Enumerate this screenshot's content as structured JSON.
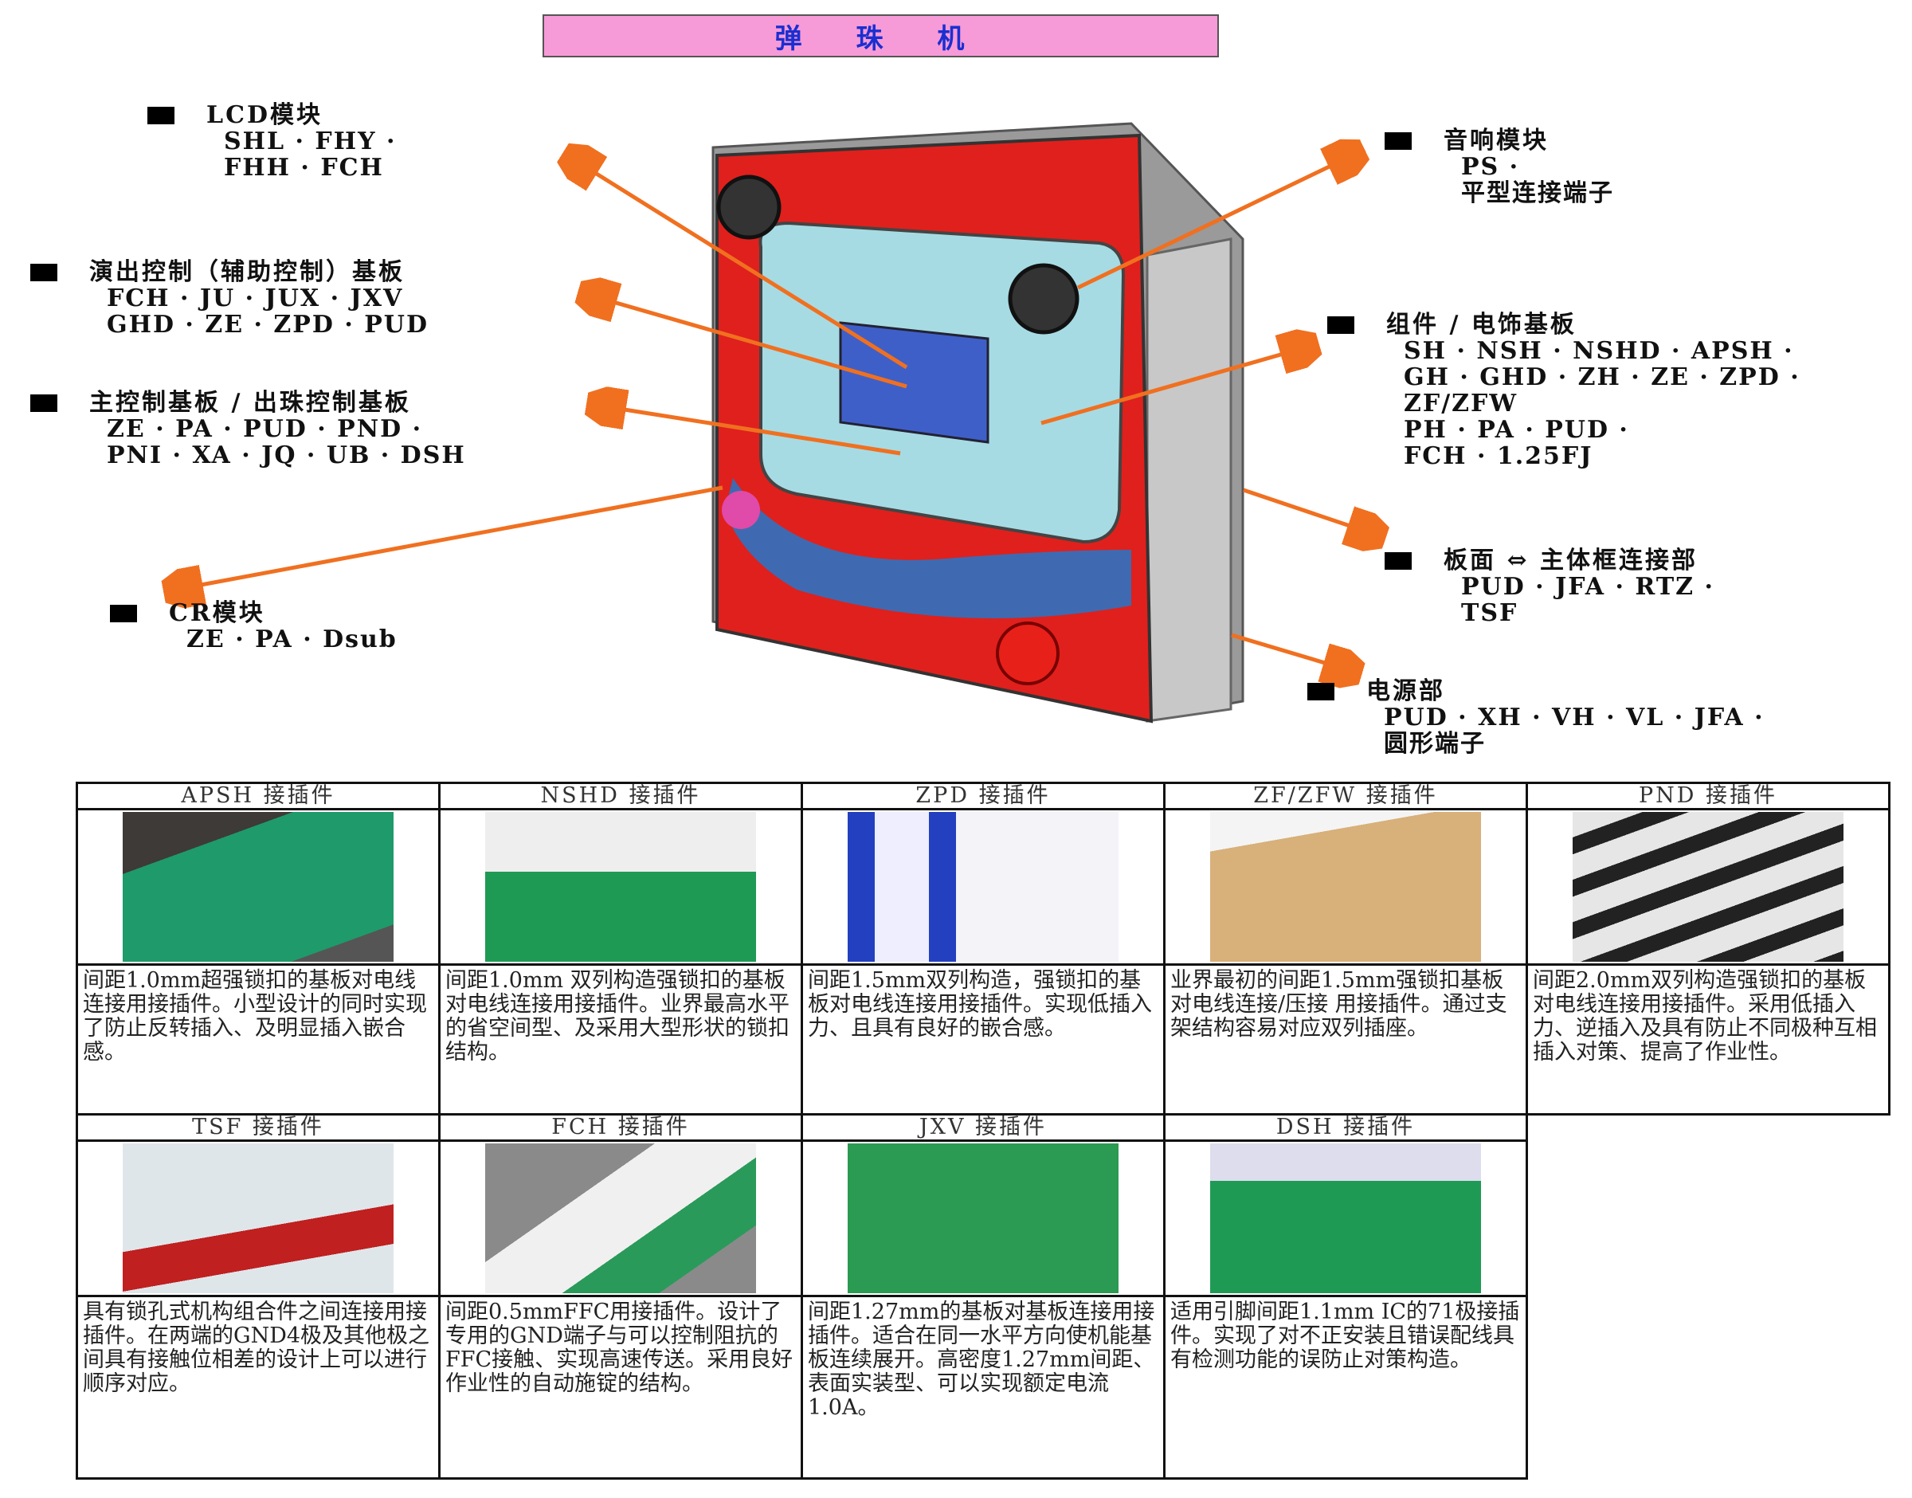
{
  "title": "弹 珠 机",
  "labels": [
    {
      "id": "lcd",
      "heading": "LCD模块",
      "lines": [
        "SHL · FHY ·",
        "FHH · FCH"
      ]
    },
    {
      "id": "effect",
      "heading": "演出控制（辅助控制）基板",
      "lines": [
        "FCH · JU · JUX · JXV",
        "GHD · ZE · ZPD · PUD"
      ]
    },
    {
      "id": "main",
      "heading": "主控制基板 / 出珠控制基板",
      "lines": [
        "ZE · PA · PUD · PND ·",
        "PNI · XA · JQ · UB · DSH"
      ]
    },
    {
      "id": "cr",
      "heading": "CR模块",
      "lines": [
        "ZE · PA · Dsub"
      ]
    },
    {
      "id": "sound",
      "heading": "音响模块",
      "lines": [
        "PS ·",
        "平型连接端子"
      ]
    },
    {
      "id": "assembly",
      "heading": "组件 / 电饰基板",
      "lines": [
        "SH · NSH · NSHD · APSH ·",
        "GH · GHD · ZH · ZE · ZPD ·",
        "ZF/ZFW",
        "PH · PA · PUD ·",
        "FCH · 1.25FJ"
      ]
    },
    {
      "id": "panel",
      "heading": "板面 ⇔ 主体框连接部",
      "lines": [
        "PUD · JFA · RTZ ·",
        "TSF"
      ]
    },
    {
      "id": "power",
      "heading": "电源部",
      "lines": [
        "PUD · XH · VH · VL · JFA ·",
        "圆形端子"
      ]
    }
  ],
  "connectors": [
    {
      "name": "APSH 接插件",
      "desc": "间距1.0mm超强锁扣的基板对电线连接用接插件。小型设计的同时实现了防止反转插入、及明显插入嵌合感。"
    },
    {
      "name": "NSHD 接插件",
      "desc": "间距1.0mm 双列构造强锁扣的基板对电线连接用接插件。业界最高水平的省空间型、及采用大型形状的锁扣结构。"
    },
    {
      "name": "ZPD 接插件",
      "desc": "间距1.5mm双列构造，强锁扣的基板对电线连接用接插件。实现低插入力、且具有良好的嵌合感。"
    },
    {
      "name": "ZF/ZFW 接插件",
      "desc": "业界最初的间距1.5mm强锁扣基板对电线连接/压接 用接插件。通过支架结构容易对应双列插座。"
    },
    {
      "name": "PND 接插件",
      "desc": "间距2.0mm双列构造强锁扣的基板对电线连接用接插件。采用低插入力、逆插入及具有防止不同极种互相插入对策、提高了作业性。"
    },
    {
      "name": "TSF 接插件",
      "desc": "具有锁孔式机构组合件之间连接用接插件。在两端的GND4极及其他极之间具有接触位相差的设计上可以进行顺序对应。"
    },
    {
      "name": "FCH 接插件",
      "desc": "间距0.5mmFFC用接插件。设计了专用的GND端子与可以控制阻抗的FFC接触、实现高速传送。采用良好作业性的自动施锭的结构。"
    },
    {
      "name": "JXV 接插件",
      "desc": "间距1.27mm的基板对基板连接用接插件。适合在同一水平方向使机能基板连续展开。高密度1.27mm间距、表面实装型、可以实现额定电流1.0A。"
    },
    {
      "name": "DSH 接插件",
      "desc": "适用引脚间距1.1mm IC的71极接插件。实现了对不正安装且错误配线具有检测功能的误防止对策构造。"
    }
  ],
  "colors": {
    "title_bg": "#f79ad8",
    "title_text": "#1a2fd0",
    "arrow": "#f07020",
    "panel_red": "#e0201c",
    "screen": "#a6dbe4"
  }
}
